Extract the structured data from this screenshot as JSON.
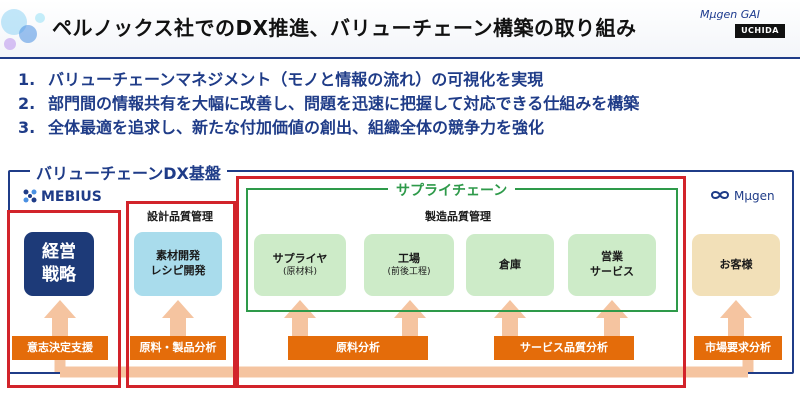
{
  "header": {
    "title": "ペルノックス社でのDX推進、バリューチェーン構築の取り組み",
    "brand_top": "Mμgen GAI",
    "brand_bottom": "UCHIDA"
  },
  "points": [
    {
      "num": "1.",
      "text": "バリューチェーンマネジメント（モノと情報の流れ）の可視化を実現"
    },
    {
      "num": "2.",
      "text": "部門間の情報共有を大幅に改善し、問題を迅速に把握して対応できる仕組みを構築"
    },
    {
      "num": "3.",
      "text": "全体最適を追求し、新たな付加価値の創出、組織全体の競争力を強化"
    }
  ],
  "platform": {
    "title": "バリューチェーンDX基盤",
    "logo_left": "MEBIUS",
    "logo_right": "Mμgen"
  },
  "groups": {
    "design_label": "設計品質管理",
    "supply_title": "サプライチェーン",
    "manufacturing_label": "製造品質管理"
  },
  "nodes": {
    "strategy": {
      "line1": "経営",
      "line2": "戦略"
    },
    "material_dev": {
      "line1": "素材開発",
      "line2": "レシピ開発"
    },
    "supplier": {
      "main": "サプライヤ",
      "sub": "(原材料)"
    },
    "factory": {
      "main": "工場",
      "sub": "(前後工程)"
    },
    "warehouse": {
      "main": "倉庫"
    },
    "sales": {
      "main": "営業",
      "sub": "サービス"
    },
    "customer": {
      "main": "お客様"
    }
  },
  "bottom_labels": {
    "decision": "意志決定支援",
    "material_analysis": "原料・製品分析",
    "raw_analysis": "原料分析",
    "service_quality": "サービス品質分析",
    "market": "市場要求分析"
  },
  "colors": {
    "navy": "#1f3c88",
    "red_frame": "#d2232a",
    "green_frame": "#2e9a4a",
    "orange": "#e46c0a",
    "arrow": "#f5c4a0",
    "strategy_node": "#1d3a78",
    "design_node": "#a9dcec",
    "supply_node": "#cdebc8",
    "customer_node": "#f2e0b8"
  }
}
